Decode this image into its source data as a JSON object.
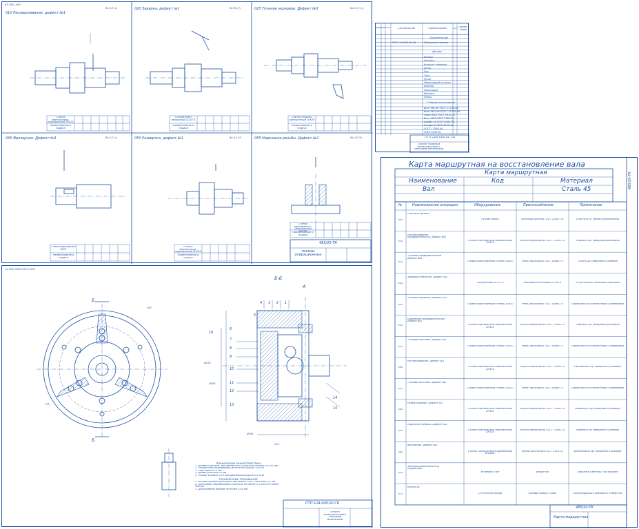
{
  "ops_sheet": {
    "doc_no": "КЛ ПОС ЛАЧ",
    "op010": "010 Рассверливание, дефект №1",
    "op020": "020 Заварка, дефект №1",
    "op025": "025 Точение черновое. Дефект №3",
    "op065": "065 Фрезерная. Дефект №4",
    "op050": "050 Развертка, дефект №1",
    "op055": "055 Нарезание резьбы. Дефект №2",
    "rough_010": "Ra 6,3 (√)",
    "rough_020": "Ra 80 (√)",
    "rough_025": "Ra 12,5 (√)",
    "rough_065": "Ra 3,2 (√)",
    "rough_050": "Ra 6,3 (√)",
    "rough_055": "Ra 3,2 (√)",
    "table_hdr_010": "Станок вертикально-сверлильный 2Н125",
    "table_hdr_020": "Полуавтомат сварочный А-537 Б",
    "table_hdr_025": "Станок токарно-винторезный 16К20",
    "table_hdr_065": "Станок фрезерный 6Р12",
    "table_hdr_050": "Станок вертикально-сверлильный 2Н125",
    "table_hdr_055": "Станок вертикально-сверлильный 2Н125",
    "row_label": "Наименование и подача",
    "stamp_code": "485/20-ТК",
    "stamp_title": "Эскизы операционные"
  },
  "spec_sheet": {
    "col_format": "Формат",
    "col_zone": "Зона",
    "col_pos": "Поз.",
    "col_designation": "Обозначение",
    "col_name": "Наименование",
    "col_qty": "Кол.",
    "col_note": "Приме- чание",
    "section_docs": "Документация",
    "section_parts": "Детали",
    "section_std": "Стандартные изделия",
    "doc_row": "ПТП.124.000.00 СБ",
    "doc_row_name": "Сборочный чертеж",
    "parts": [
      "Корпус",
      "Крышка",
      "Кулачок съемный",
      "Шток",
      "Ось",
      "Тяга",
      "Рычаг",
      "Переходный кулачок",
      "Фланец",
      "Прокладка",
      "Крышка",
      "Палец"
    ],
    "std": [
      "Винт М8-6Н ГОСТ 11738-84",
      "Винт М10-6Н ГОСТ 11738-84",
      "Гайка М10 ГОСТ 5915-70",
      "Болт М12 ГОСТ 7798-70",
      "Шайба 10 ГОСТ 6402-70",
      "Штифт 8 ГОСТ 3128-70",
      "ГОСТ 17358-84",
      "ГОСТ 9150-81"
    ],
    "stamp_code": "ПТП.124.000.00 СБ",
    "stamp_title": "Патрон токарный трехкулачковый с клиновым механизмом"
  },
  "assembly_sheet": {
    "doc_no": "10 ПОС 0000 ГОСТ.1104",
    "section_label": "Б-Б",
    "view_a": "А",
    "view_b": "Б",
    "tech_title": "ТЕХНИЧЕСКАЯ ХАРАКТЕРИСТИКА",
    "tech_lines": [
      "1. Диаметр детали, для обработки в кулачках прямых 30-200 мм",
      "2. Усилие обжатия(зажима) детали не больше 150 кН",
      "3. Ход поршня 25 мм",
      "4. Диаметр штока 25 мм",
      "5. Усилие зажима 4 кН при давлении воздуха 0,4 МПа"
    ],
    "req_title": "ТЕХНИЧЕСКИЕ ТРЕБОВАНИЯ",
    "req_lines": [
      "1. Острые кромки притупить при фаске 1х45° не более 0,5 мм",
      "2. Окончание перемещения кулачков не менее 0,1 мм и не более 100 мм",
      "3. Допускаемое биение не более 0,05 мм"
    ],
    "stamp_code": "ПТП.124.000.00 СБ",
    "stamp_title": "Патрон трехкулачковый с клиновым механизмом",
    "dims": [
      "Ø250",
      "Ø160",
      "110",
      "165",
      "135",
      "Ø200"
    ],
    "positions": [
      "1",
      "2",
      "3",
      "4",
      "5",
      "6",
      "7",
      "8",
      "9",
      "10",
      "11",
      "12",
      "13",
      "14",
      "15",
      "16"
    ]
  },
  "route_card": {
    "title": "Карта маршрутная на восстановление вала",
    "subtitle": "Карта маршрутная",
    "hdr_name": "Наименование",
    "hdr_code": "Код",
    "hdr_material": "Материал",
    "val_name": "Вал",
    "val_material": "Сталь 45",
    "col_no": "№",
    "col_op": "Наименование операции",
    "col_equip": "Оборудование",
    "col_fixture": "Приспособление",
    "col_note": "Примечание",
    "rows": [
      {
        "no": "005",
        "op": "Очистить детали",
        "equip": "Ручная мойка",
        "fix": "Моечный раствор ГОСТ 22567-76",
        "note": "Очистить от грязи и загрязнений"
      },
      {
        "no": "010",
        "op": "Рассверливание предварительное. Дефект №1",
        "equip": "Станок вертикально-сверлильный 2Н125",
        "fix": "Втулка переходная ГОСТ 13409-74",
        "note": "Сверлить до требуемых размеров"
      },
      {
        "no": "015",
        "op": "Точение предварительное. Дефект №3",
        "equip": "Токарно-винторезный станок 16К20",
        "fix": "Резец проходной ГОСТ 18868-73",
        "note": "Точить до требуемого размера"
      },
      {
        "no": "020",
        "op": "Заварка отверстия. Дефект №1",
        "equip": "Полуавтомат А-537 Б",
        "fix": "Наплавочная головка А-384 К",
        "note": "Не допускать наплывов и раковин"
      },
      {
        "no": "025",
        "op": "Точение черновое. Дефект №3",
        "equip": "Токарно-винторезный станок 16К20",
        "fix": "Резец проходной ГОСТ 18868-73",
        "note": "Обработать в соответствии с размерами"
      },
      {
        "no": "030",
        "op": "Сверление предварительное. Дефект №1",
        "equip": "Станок вертикально-сверлильный 2Н125",
        "fix": "Втулка переходная ГОСТ 13409-74",
        "note": "Сверлить до требуемых размеров"
      },
      {
        "no": "035",
        "op": "Точение чистовое. Дефект №3",
        "equip": "Токарно-винторезный станок 16К20",
        "fix": "Резец проходной ГОСТ 18868-73",
        "note": "Обработать в соответствии с размерами"
      },
      {
        "no": "040",
        "op": "Рассверливание. Дефект №1",
        "equip": "Станок вертикально-сверлильный 2Н125",
        "fix": "Втулка переходная ГОСТ 13409-74",
        "note": "Рассверлить до требуемого размера"
      },
      {
        "no": "045",
        "op": "Точение чистовое. Дефект №3",
        "equip": "Токарно-винторезный станок 16К20",
        "fix": "Резец проходной ГОСТ 18868-73",
        "note": "Обработать в соответствии с размерами"
      },
      {
        "no": "050",
        "op": "Развертывание. Дефект №1",
        "equip": "Станок вертикально-сверлильный 2Н125",
        "fix": "Втулка переходная ГОСТ 13409-74",
        "note": "Развернуть до требуемого размера"
      },
      {
        "no": "055",
        "op": "Нарезание резьбы. Дефект №2",
        "equip": "Станок вертикально-сверлильный 2Н125",
        "fix": "Втулка переходная ГОСТ 13409-74",
        "note": "Нарезать до требуемого размера"
      },
      {
        "no": "065",
        "op": "Фрезерная. Дефект №4",
        "equip": "Станок горизонтально-фрезерный 6Р82ШГ",
        "fix": "Фреза шпоночная ГОСТ 9140-78",
        "note": "Фрезеровать до требуемого размера"
      },
      {
        "no": "070",
        "op": "Закалка шейки вала под подшипник",
        "equip": "Установка ТВЧ",
        "fix": "Индуктор",
        "note": "Закалить в местах, где указано"
      },
      {
        "no": "075",
        "op": "Контроль",
        "equip": "Стол контрольный",
        "fix": "Калибр-пробка, скоба",
        "note": "Контролировать размеры и отверстия"
      }
    ],
    "stamp_code": "485/20-ТК",
    "stamp_title": "Карта маршрутная",
    "side_code": "485/20-ТК"
  }
}
